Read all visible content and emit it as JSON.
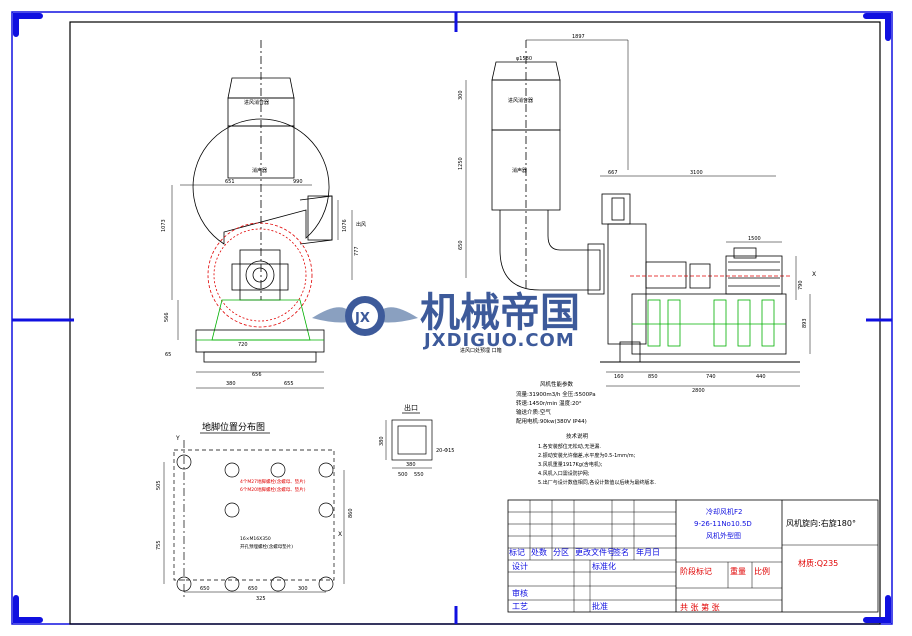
{
  "colors": {
    "frame": "#1010e0",
    "ink": "#000000",
    "hidden_line": "#e00000",
    "foundation": "#00b000",
    "watermark_blue": "#3d5a9a",
    "watermark_gray": "#8aa0c0",
    "title_red": "#e00000",
    "title_blue": "#1010e0"
  },
  "watermark": {
    "cn": "机械帝国",
    "url": "JXDIGUO.COM",
    "logo_letters": "JX",
    "icon": "gear-wings-logo-icon"
  },
  "front_view": {
    "label_silencer_top": "进风消音器",
    "label_muffler": "消声器",
    "dim_width_left": "651",
    "dim_width_right": "990",
    "dim_height_a": "1073",
    "dim_height_b": "566",
    "dim_height_c": "1076",
    "dim_height_d": "777",
    "dim_height_e": "65",
    "dim_base_a": "720",
    "dim_base_b": "656",
    "dim_base_c": "655",
    "dim_base_d": "380",
    "label_outlet": "出风"
  },
  "side_view": {
    "dim_top": "1897",
    "dim_diam": "φ1580",
    "label_silencer_top": "进风消音器",
    "label_muffler": "消声器",
    "dim_h1": "300",
    "dim_h2": "1250",
    "dim_h3": "650",
    "dim_duct": "667",
    "dim_span": "3100",
    "dim_motor_w": "1500",
    "dim_motor_h": "790",
    "dim_base_h": "893",
    "dim_b1": "160",
    "dim_b2": "850",
    "dim_b3": "740",
    "dim_b4": "440",
    "dim_b_total": "2800",
    "note_inlet": "进风口处预埋 口箱",
    "axis_x": "X"
  },
  "perf_params": {
    "title": "风机性能参数",
    "lines": [
      "流量:31900m3/h  全压:5500Pa",
      "转速:1450r/min  温度:20°",
      "输送介质:空气",
      "配用电机:90kw(380V IP44)"
    ]
  },
  "tech_notes": {
    "title": "技术说明",
    "lines": [
      "1.各安装部位无松动,无泄漏.",
      "2.振动安装允许偏差,水平度为0.5-1mm/m;",
      "3.风机重量1917Kg(含电机);",
      "4.风机入口需设防护网;",
      "5.出厂与设计数值相同,各设计数值以后续为最终版本."
    ]
  },
  "foot_layout": {
    "title": "地脚位置分布图",
    "axis_y": "Y",
    "axis_x": "X",
    "note_red_1": "4个M27地脚螺栓(含螺母、垫片)",
    "note_red_2": "6个M20地脚螺栓(含螺母、垫片)",
    "note_black_1": "16×M16X350",
    "note_black_2": "开孔预埋螺栓(含螺母垫片)",
    "dim_v1": "505",
    "dim_v2": "755",
    "dim_v3": "860",
    "dim_h1": "650",
    "dim_h2": "650",
    "dim_h3": "300",
    "dim_h4": "325"
  },
  "outlet_detail": {
    "title": "出口",
    "dim_side": "20-Φ15",
    "dim_a": "380",
    "dim_b": "380",
    "dim_c": "500",
    "dim_d": "550"
  },
  "title_block": {
    "product_line1": "冷却风机F2",
    "product_line2": "9-26-11No10.5D",
    "product_line3": "风机外型图",
    "rotation": "风机旋向:右旋180°",
    "material": "材质:Q235",
    "row_headers": [
      "标记",
      "处数",
      "分区",
      "更改文件号",
      "签名",
      "年月日"
    ],
    "design": "设计",
    "standardize": "标准化",
    "review": "审核",
    "process": "工艺",
    "approve": "批准",
    "stage_mark": "阶段标记",
    "weight": "重量",
    "scale": "比例",
    "sheets": "共 张 第 张"
  }
}
